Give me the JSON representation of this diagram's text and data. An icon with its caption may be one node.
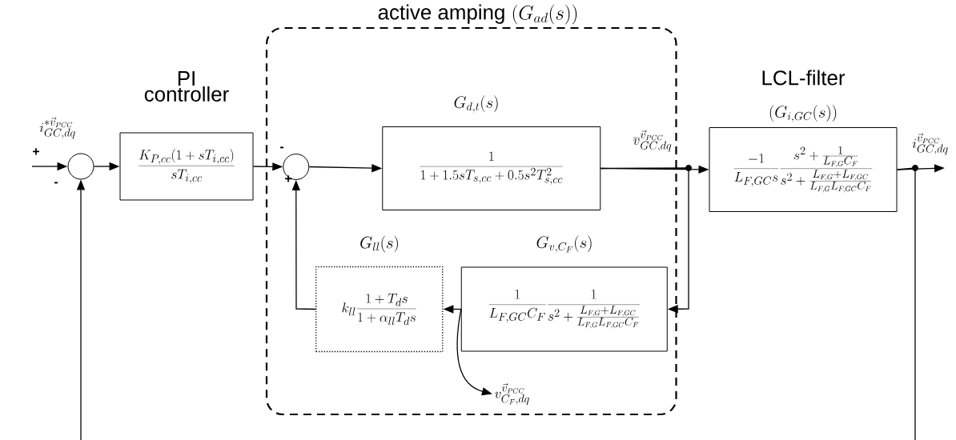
{
  "diagram": {
    "nodes": [
      {
        "text": [
          "active amping",
          "(G_{ad}(s))"
        ]
      },
      {
        "text": [],
        "shape": "circle"
      },
      {
        "text": [
          "PI controller",
          "\\frac{K_{P,cc}(1+sT_{i,cc})}{sT_{i,cc}}"
        ]
      },
      {
        "text": [],
        "shape": "circle",
        "in": 0
      },
      {
        "text": [
          "G_{d,t}(s)",
          "\\frac{1}{1+1.5sT_{s,cc}+0.5s^2T_{s,cc}^2}"
        ],
        "in": 0
      },
      {
        "text": [
          "G_{v,C_F}(s)",
          "\\frac{1}{L_{F,GC}C_F}\\frac{1}{s^2+\\frac{L_{F,G}+L_{F,GC}}{L_{F,G}L_{F,GC}C_F}}"
        ],
        "in": 0
      },
      {
        "text": [
          "G_{ll}(s)",
          "k_{ll}\\frac{1+T_ds}{1+\\alpha_{ll}T_ds}"
        ],
        "in": 0
      },
      {
        "text": [
          "LCL-filter",
          "(G_{i,GC}(s))",
          "\\frac{-1}{L_{F,GC}s}\\frac{s^2+\\frac{1}{L_{F,G}C_F}}{s^2+\\frac{L_{F,G}+L_{F,GC}}{L_{F,G}L_{F,GC}C_F}}"
        ]
      },
      {
        "text": [
          "v_{C_F,dq}^{\\vec{v}_{PCC}}"
        ],
        "in": 0
      }
    ],
    "edges": [
      {
        "from": null,
        "to": 1,
        "arrow": "to",
        "label": "i_{GC,dq}^{*\\vec{v}_{PCC}}"
      },
      {
        "from": 1,
        "to": 2,
        "arrow": "to"
      },
      {
        "from": 2,
        "to": 3,
        "arrow": "to"
      },
      {
        "from": 3,
        "to": 4,
        "arrow": "to"
      },
      {
        "from": 4,
        "to": 7,
        "arrow": "to",
        "label": "\\overline{v}_{GC,dq}^{\\vec{v}_{PCC}}"
      },
      {
        "from": 4,
        "to": 5,
        "arrow": "to"
      },
      {
        "from": 5,
        "to": 6,
        "arrow": "to"
      },
      {
        "from": 6,
        "to": 3,
        "arrow": "to"
      },
      {
        "from": 7,
        "to": null,
        "arrow": "to",
        "label": "i_{GC,dq}^{\\vec{v}_{PCC}}"
      },
      {
        "from": null,
        "to": 1,
        "arrow": "to"
      },
      {
        "from": 7,
        "to": null,
        "arrow": "none"
      },
      {
        "from": 5,
        "to": 8,
        "arrow": "to"
      }
    ],
    "labels": [
      "+",
      "-",
      "-",
      "+"
    ]
  }
}
